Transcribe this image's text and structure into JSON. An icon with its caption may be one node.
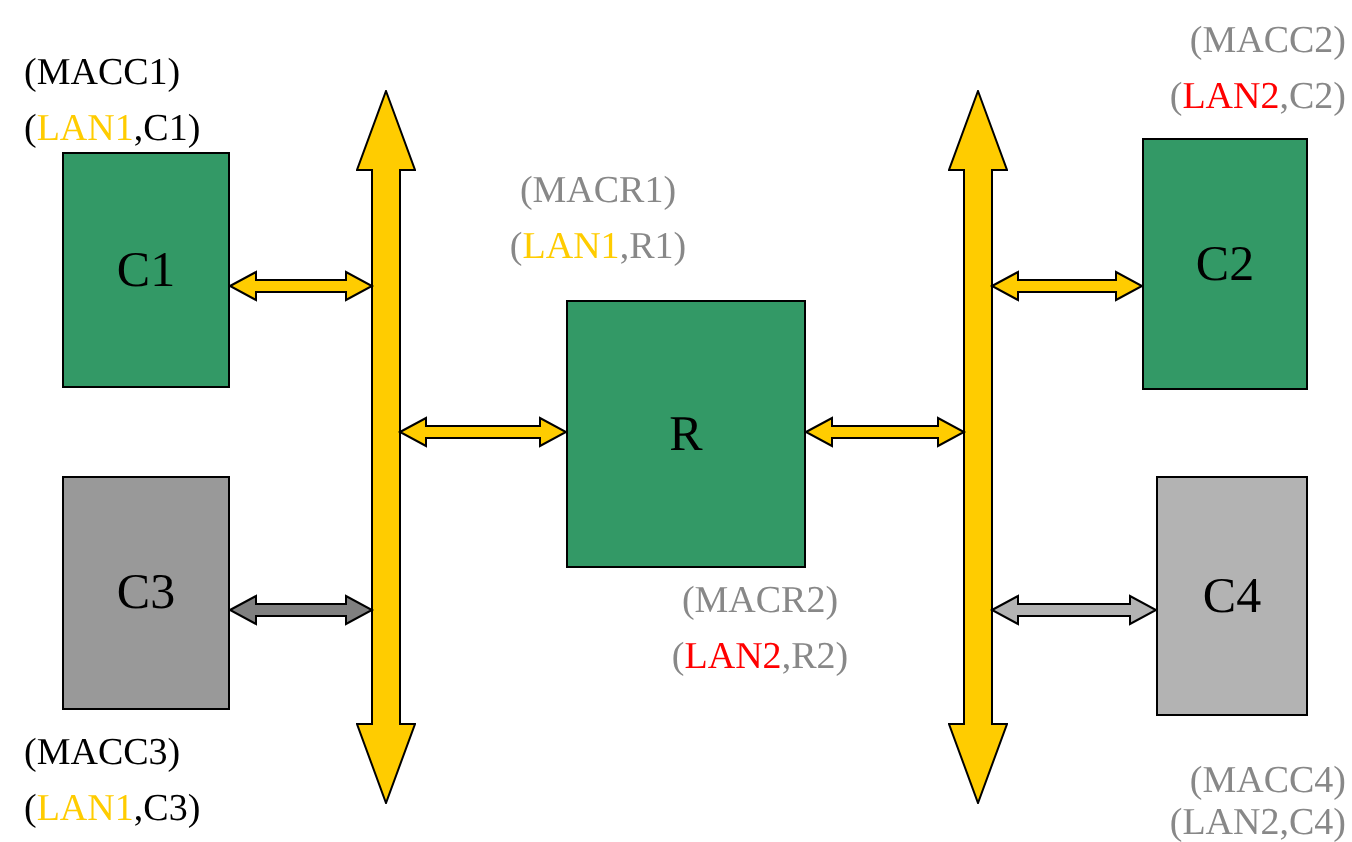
{
  "diagram": {
    "nodes": [
      {
        "text": [
          "C1"
        ],
        "beside": [
          "(MACC1)",
          "(LAN1,C1)"
        ]
      },
      {
        "text": [
          "C2"
        ],
        "beside": [
          "(MACC2)",
          "(LAN2,C2)"
        ]
      },
      {
        "text": [
          "R"
        ],
        "beside": [
          "(MACR1)",
          "(LAN1,R1)",
          "(MACR2)",
          "(LAN2,R2)"
        ]
      },
      {
        "text": [
          "C3"
        ],
        "beside": [
          "(MACC3)",
          "(LAN1,C3)"
        ]
      },
      {
        "text": [
          "C4"
        ],
        "beside": [
          "(MACC4)",
          "(LAN2,C4)"
        ]
      },
      {
        "text": [],
        "shape": "bar"
      },
      {
        "text": [],
        "shape": "bar"
      }
    ],
    "edges": [
      {
        "from": 0,
        "to": 5,
        "arrow": "both"
      },
      {
        "from": 5,
        "to": 2,
        "arrow": "both"
      },
      {
        "from": 2,
        "to": 6,
        "arrow": "both"
      },
      {
        "from": 6,
        "to": 1,
        "arrow": "both"
      },
      {
        "from": 3,
        "to": 5,
        "arrow": "both",
        "color": "#808080"
      },
      {
        "from": 6,
        "to": 4,
        "arrow": "both",
        "color": "#b3b3b3"
      }
    ]
  }
}
